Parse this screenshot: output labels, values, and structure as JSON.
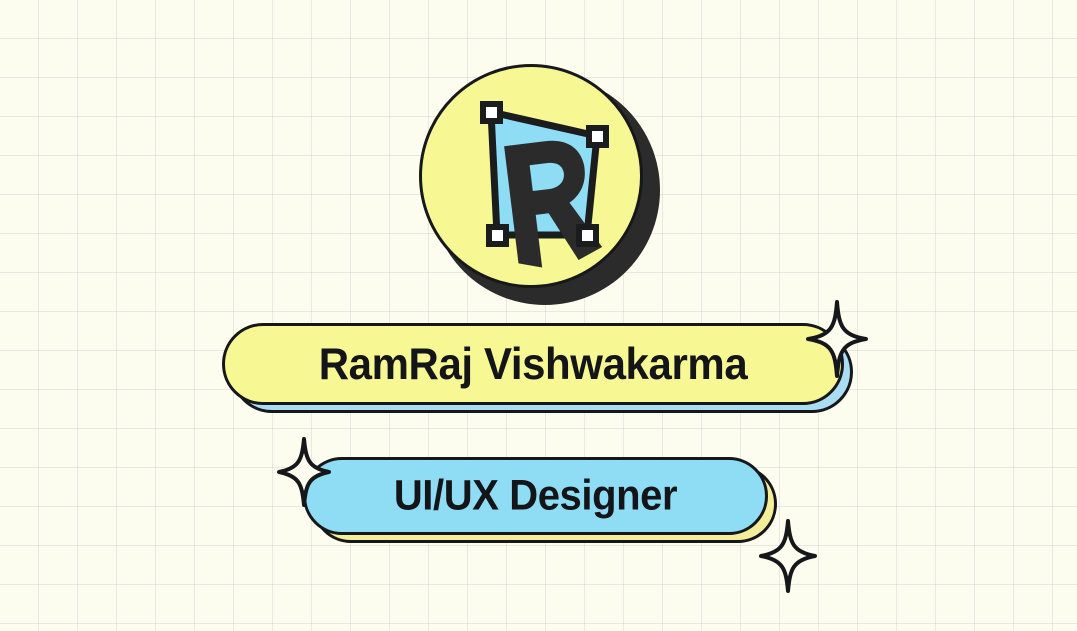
{
  "card": {
    "name": "RamRaj Vishwakarma",
    "role": "UI/UX Designer",
    "logo_letter": "R"
  },
  "theme": {
    "background": "#FDFDEF",
    "grid_line": "#969BAF",
    "yellow": "#F7F894",
    "blue": "#8FDCF5",
    "blue_shadow": "#A8DDF2",
    "yellow_shadow": "#F2EE9A",
    "ink": "#16171A",
    "badge_shadow": "#2B2B2B"
  },
  "decor": {
    "sparkle_top_right": "sparkle-icon",
    "sparkle_mid_left": "sparkle-icon",
    "sparkle_bottom_right": "sparkle-icon",
    "logo_name": "ramraj-vector-logo-icon"
  }
}
